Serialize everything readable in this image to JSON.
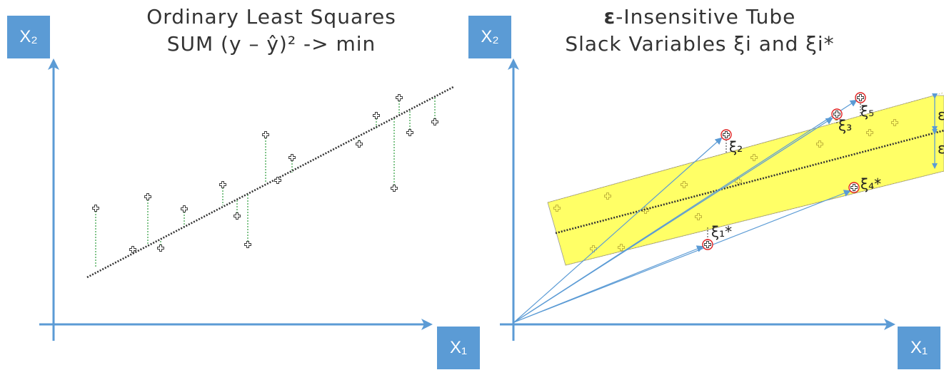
{
  "left": {
    "title_line1": "Ordinary Least Squares",
    "title_line2": "SUM (y – ŷ)² -> min",
    "y_axis_label": "X₂",
    "x_axis_label": "X₁"
  },
  "right": {
    "title_eps": "ε",
    "title_line1_rest": "-Insensitive Tube",
    "title_line2": "Slack Variables ξi and ξi*",
    "y_axis_label": "X₂",
    "x_axis_label": "X₁",
    "slack_labels": {
      "xi2": "ξ₂",
      "xi3": "ξ₃",
      "xi5": "ξ₅",
      "xi4": "ξ₄*",
      "xi1": "ξ₁*"
    },
    "epsilon_labels": [
      "ε",
      "ε"
    ]
  },
  "colors": {
    "axis": "#5b9bd5",
    "tube": "#ffff66",
    "regression_line": "#333333",
    "residual": "#2e9e3e",
    "slack_circle": "#e02020"
  }
}
